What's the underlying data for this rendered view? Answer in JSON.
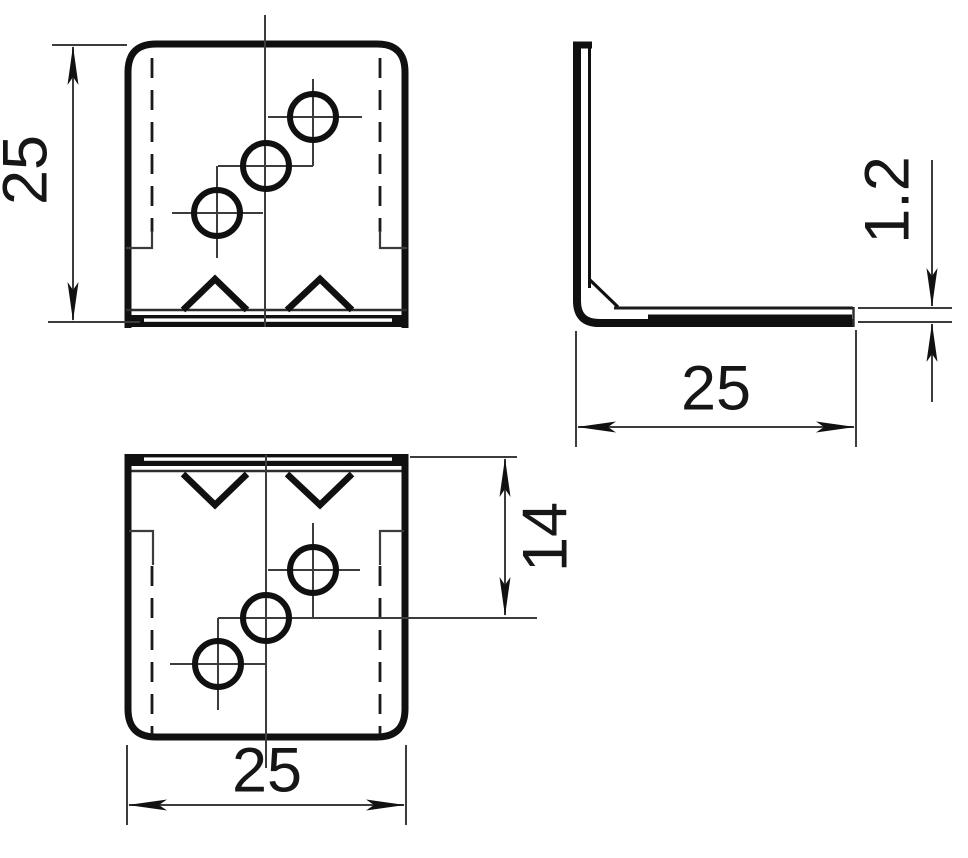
{
  "drawing": {
    "kind": "technical-drawing",
    "subject": "L-shaped corner bracket, three orthographic views",
    "background": "#ffffff",
    "thick_line_color": "#101010",
    "thin_line_color": "#3c3c3c",
    "views": {
      "top_view": {
        "name": "top view",
        "holes": 3,
        "prong_marks": 2
      },
      "side_view": {
        "name": "side profile view"
      },
      "front_view": {
        "name": "front view",
        "holes": 3,
        "prong_marks": 2
      }
    },
    "dimensions": {
      "plate_height": "25",
      "side_width": "25",
      "thickness": "1.2",
      "hole_row_offset": "14",
      "front_width": "25"
    }
  }
}
